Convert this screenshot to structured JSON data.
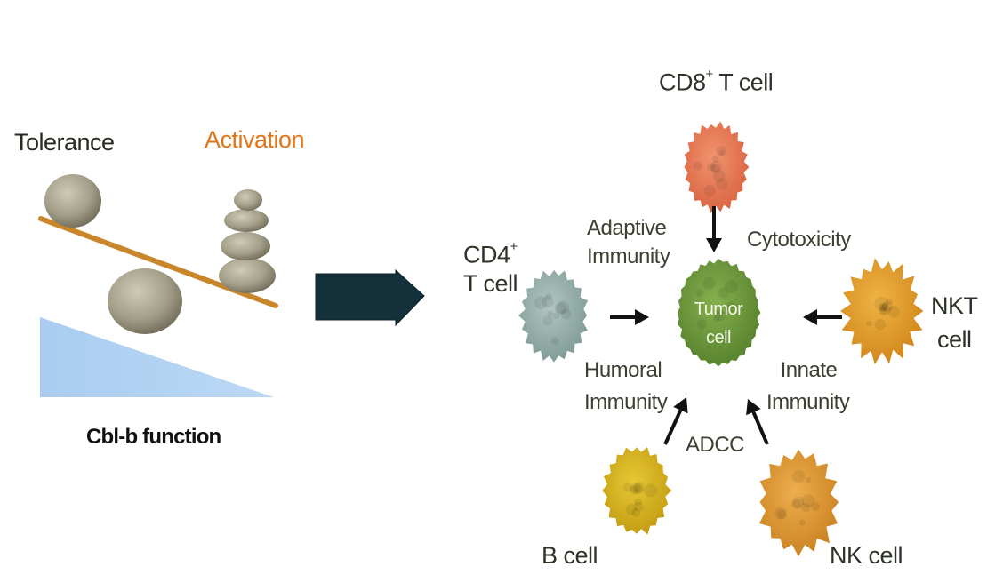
{
  "left_panel": {
    "tolerance_label": "Tolerance",
    "activation_label": "Activation",
    "function_label": "Cbl-b function",
    "colors": {
      "activation_text": "#e0761a",
      "wedge": "#aed0f2",
      "plank": "#c9862a",
      "stone": "#a49f8a"
    }
  },
  "main_arrow": {
    "color": "#13303b",
    "direction": "right"
  },
  "right_panel": {
    "cells": {
      "cd8": {
        "name": "CD8",
        "sup": "+",
        "suffix": " T cell",
        "color": "#e7724d"
      },
      "cd4": {
        "line1": "CD4",
        "sup": "+",
        "line2": "T cell",
        "color": "#93aca8"
      },
      "nkt": {
        "line1": "NKT",
        "line2": "cell",
        "color": "#e39a25"
      },
      "b": {
        "label": "B cell",
        "color": "#d8b11a"
      },
      "nk": {
        "label": "NK cell",
        "color": "#dc9630"
      },
      "tumor": {
        "line1": "Tumor",
        "line2": "cell",
        "color": "#6e9a3c"
      }
    },
    "annotations": {
      "adaptive": [
        "Adaptive",
        "Immunity"
      ],
      "cytotoxicity": "Cytotoxicity",
      "humoral": [
        "Humoral",
        "Immunity"
      ],
      "innate": [
        "Innate",
        "Immunity"
      ],
      "adcc": "ADCC"
    }
  }
}
